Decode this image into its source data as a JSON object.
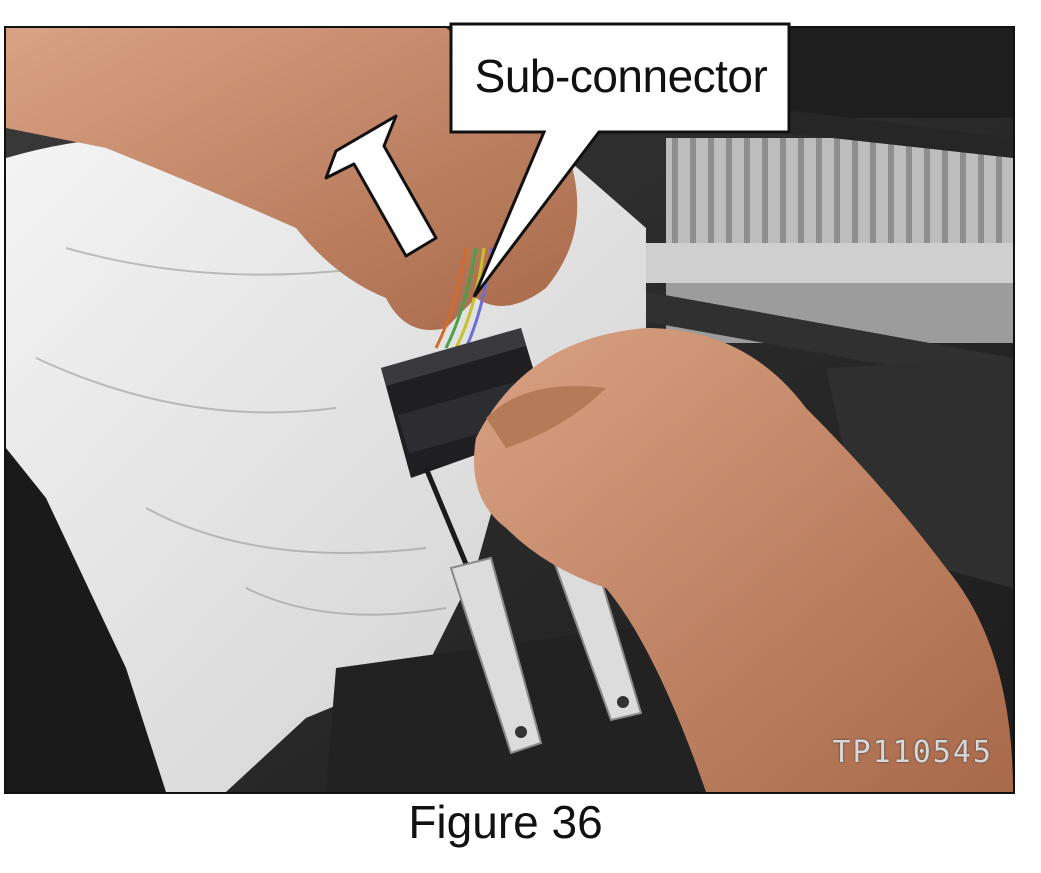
{
  "figure": {
    "callout_label": "Sub-connector",
    "photo_code": "TP110545",
    "caption": "Figure 36"
  },
  "colors": {
    "frame": "#111111",
    "callout_fill": "#ffffff",
    "arrow_fill": "#ffffff",
    "towel": "#ececec",
    "skin": "#c98f6c",
    "connector": "#1f1f22"
  },
  "icons": {
    "direction_arrow": "arrow-up-left-icon"
  }
}
